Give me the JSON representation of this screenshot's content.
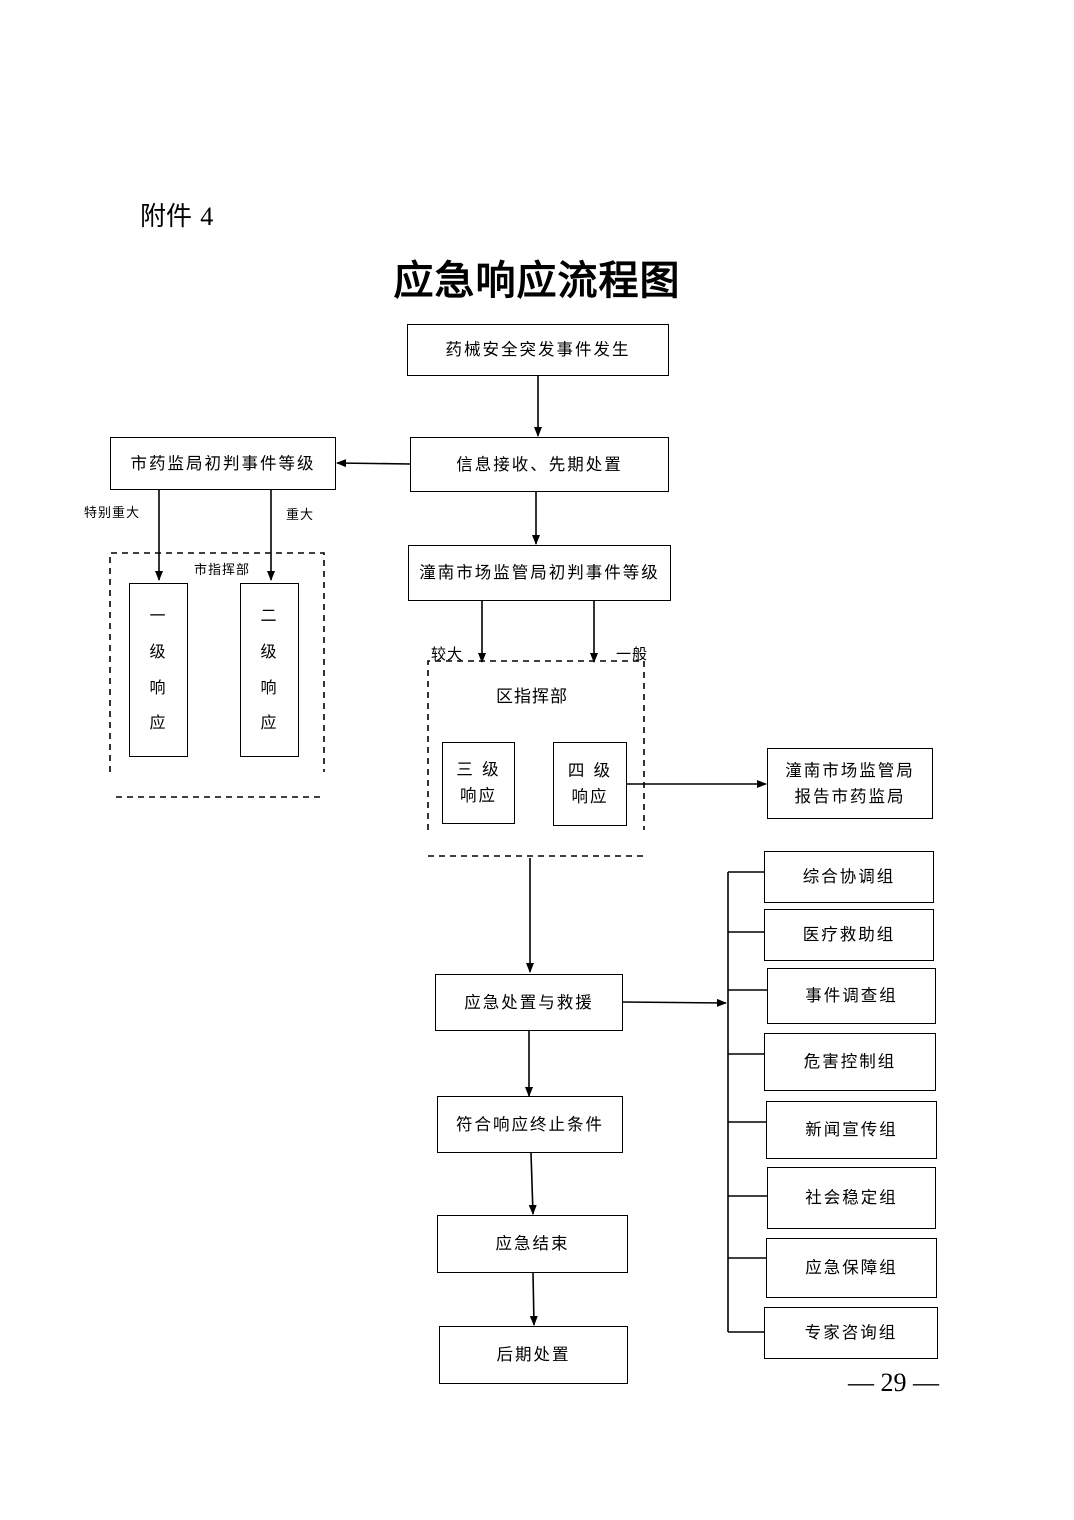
{
  "header": {
    "attachment": "附件",
    "attachment_num": "4"
  },
  "title": "应急响应流程图",
  "nodes": {
    "event_occurs": "药械安全突发事件发生",
    "info_receive": "信息接收、先期处置",
    "city_judge": "市药监局初判事件等级",
    "district_judge": "潼南市场监管局初判事件等级",
    "level1": [
      "一",
      "级",
      "响",
      "应"
    ],
    "level2": [
      "二",
      "级",
      "响",
      "应"
    ],
    "level3_a": "三 级",
    "level3_b": "响应",
    "level4_a": "四 级",
    "level4_b": "响应",
    "report_a": "潼南市场监管局",
    "report_b": "报告市药监局",
    "emergency_handling": "应急处置与救援",
    "termination": "符合响应终止条件",
    "end": "应急结束",
    "aftermath": "后期处置"
  },
  "labels": {
    "especially_major": "特别重大",
    "major": "重大",
    "larger": "较大",
    "general": "一般",
    "city_command": "市指挥部",
    "district_command": "区指挥部"
  },
  "groups": [
    "综合协调组",
    "医疗救助组",
    "事件调查组",
    "危害控制组",
    "新闻宣传组",
    "社会稳定组",
    "应急保障组",
    "专家咨询组"
  ],
  "page_number": "— 29 —"
}
